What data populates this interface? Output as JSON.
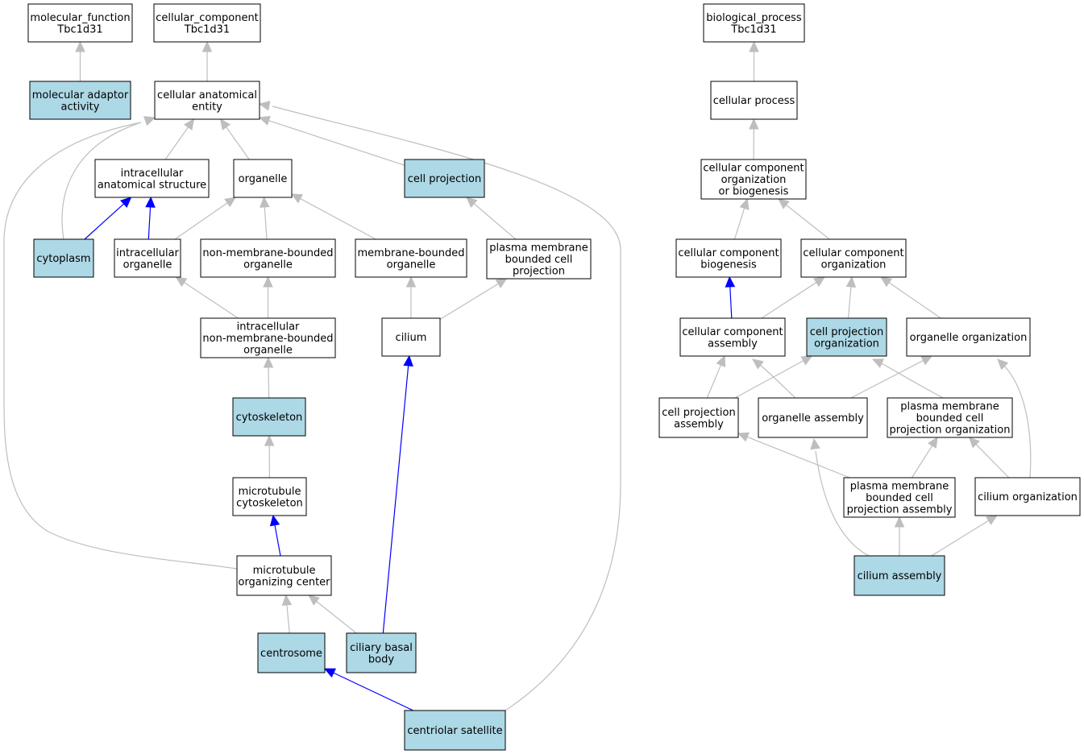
{
  "colors": {
    "highlight_fill": "#add8e6",
    "normal_fill": "#ffffff",
    "grey_edge": "#bebebe",
    "blue_edge": "#0000ff"
  },
  "nodes": [
    {
      "id": "mf_root",
      "lines": [
        "molecular_function",
        "Tbc1d31"
      ],
      "highlighted": false
    },
    {
      "id": "cc_root",
      "lines": [
        "cellular_component",
        "Tbc1d31"
      ],
      "highlighted": false
    },
    {
      "id": "bp_root",
      "lines": [
        "biological_process",
        "Tbc1d31"
      ],
      "highlighted": false
    },
    {
      "id": "mol_adaptor",
      "lines": [
        "molecular adaptor",
        "activity"
      ],
      "highlighted": true
    },
    {
      "id": "cell_anat",
      "lines": [
        "cellular anatomical",
        "entity"
      ],
      "highlighted": false
    },
    {
      "id": "cell_process",
      "lines": [
        "cellular process"
      ],
      "highlighted": false
    },
    {
      "id": "intra_anat",
      "lines": [
        "intracellular",
        "anatomical structure"
      ],
      "highlighted": false
    },
    {
      "id": "organelle",
      "lines": [
        "organelle"
      ],
      "highlighted": false
    },
    {
      "id": "cell_proj",
      "lines": [
        "cell projection"
      ],
      "highlighted": true
    },
    {
      "id": "ccob",
      "lines": [
        "cellular component",
        "organization",
        "or biogenesis"
      ],
      "highlighted": false
    },
    {
      "id": "cytoplasm",
      "lines": [
        "cytoplasm"
      ],
      "highlighted": true
    },
    {
      "id": "intra_org",
      "lines": [
        "intracellular",
        "organelle"
      ],
      "highlighted": false
    },
    {
      "id": "nmb_org",
      "lines": [
        "non-membrane-bounded",
        "organelle"
      ],
      "highlighted": false
    },
    {
      "id": "mb_org",
      "lines": [
        "membrane-bounded",
        "organelle"
      ],
      "highlighted": false
    },
    {
      "id": "pm_proj",
      "lines": [
        "plasma membrane",
        "bounded cell",
        "projection"
      ],
      "highlighted": false
    },
    {
      "id": "cc_biogen",
      "lines": [
        "cellular component",
        "biogenesis"
      ],
      "highlighted": false
    },
    {
      "id": "cc_org",
      "lines": [
        "cellular component",
        "organization"
      ],
      "highlighted": false
    },
    {
      "id": "intra_nmb",
      "lines": [
        "intracellular",
        "non-membrane-bounded",
        "organelle"
      ],
      "highlighted": false
    },
    {
      "id": "cilium",
      "lines": [
        "cilium"
      ],
      "highlighted": false
    },
    {
      "id": "cc_assembly",
      "lines": [
        "cellular component",
        "assembly"
      ],
      "highlighted": false
    },
    {
      "id": "cp_org",
      "lines": [
        "cell projection",
        "organization"
      ],
      "highlighted": true
    },
    {
      "id": "org_org",
      "lines": [
        "organelle organization"
      ],
      "highlighted": false
    },
    {
      "id": "cytoskeleton",
      "lines": [
        "cytoskeleton"
      ],
      "highlighted": true
    },
    {
      "id": "cp_assembly",
      "lines": [
        "cell projection",
        "assembly"
      ],
      "highlighted": false
    },
    {
      "id": "org_assembly",
      "lines": [
        "organelle assembly"
      ],
      "highlighted": false
    },
    {
      "id": "pm_proj_org",
      "lines": [
        "plasma membrane",
        "bounded cell",
        "projection organization"
      ],
      "highlighted": false
    },
    {
      "id": "mt_cyto",
      "lines": [
        "microtubule",
        "cytoskeleton"
      ],
      "highlighted": false
    },
    {
      "id": "pm_proj_asm",
      "lines": [
        "plasma membrane",
        "bounded cell",
        "projection assembly"
      ],
      "highlighted": false
    },
    {
      "id": "cilium_org",
      "lines": [
        "cilium organization"
      ],
      "highlighted": false
    },
    {
      "id": "mtoc",
      "lines": [
        "microtubule",
        "organizing center"
      ],
      "highlighted": false
    },
    {
      "id": "cilium_asm",
      "lines": [
        "cilium assembly"
      ],
      "highlighted": true
    },
    {
      "id": "centrosome",
      "lines": [
        "centrosome"
      ],
      "highlighted": true
    },
    {
      "id": "cil_basal",
      "lines": [
        "ciliary basal",
        "body"
      ],
      "highlighted": true
    },
    {
      "id": "centriolar",
      "lines": [
        "centriolar satellite"
      ],
      "highlighted": true
    }
  ],
  "edges": [
    {
      "from": "mol_adaptor",
      "to": "mf_root",
      "blue": false
    },
    {
      "from": "cell_anat",
      "to": "cc_root",
      "blue": false
    },
    {
      "from": "cell_process",
      "to": "bp_root",
      "blue": false
    },
    {
      "from": "intra_anat",
      "to": "cell_anat",
      "blue": false
    },
    {
      "from": "organelle",
      "to": "cell_anat",
      "blue": false
    },
    {
      "from": "cell_proj",
      "to": "cell_anat",
      "blue": false
    },
    {
      "from": "cytoplasm",
      "to": "cell_anat",
      "blue": false
    },
    {
      "from": "mtoc",
      "to": "cell_anat",
      "blue": false
    },
    {
      "from": "centriolar",
      "to": "cell_anat",
      "blue": false
    },
    {
      "from": "cytoplasm",
      "to": "intra_anat",
      "blue": true
    },
    {
      "from": "intra_org",
      "to": "intra_anat",
      "blue": true
    },
    {
      "from": "intra_org",
      "to": "organelle",
      "blue": false
    },
    {
      "from": "nmb_org",
      "to": "organelle",
      "blue": false
    },
    {
      "from": "mb_org",
      "to": "organelle",
      "blue": false
    },
    {
      "from": "pm_proj",
      "to": "cell_proj",
      "blue": false
    },
    {
      "from": "intra_nmb",
      "to": "intra_org",
      "blue": false
    },
    {
      "from": "intra_nmb",
      "to": "nmb_org",
      "blue": false
    },
    {
      "from": "cilium",
      "to": "mb_org",
      "blue": false
    },
    {
      "from": "cilium",
      "to": "pm_proj",
      "blue": false
    },
    {
      "from": "cytoskeleton",
      "to": "intra_nmb",
      "blue": false
    },
    {
      "from": "mt_cyto",
      "to": "cytoskeleton",
      "blue": false
    },
    {
      "from": "mtoc",
      "to": "mt_cyto",
      "blue": true
    },
    {
      "from": "centrosome",
      "to": "mtoc",
      "blue": false
    },
    {
      "from": "cil_basal",
      "to": "mtoc",
      "blue": false
    },
    {
      "from": "cil_basal",
      "to": "cilium",
      "blue": true
    },
    {
      "from": "centriolar",
      "to": "centrosome",
      "blue": true
    },
    {
      "from": "ccob",
      "to": "cell_process",
      "blue": false
    },
    {
      "from": "cc_biogen",
      "to": "ccob",
      "blue": false
    },
    {
      "from": "cc_org",
      "to": "ccob",
      "blue": false
    },
    {
      "from": "cc_assembly",
      "to": "cc_biogen",
      "blue": true
    },
    {
      "from": "cc_assembly",
      "to": "cc_org",
      "blue": false
    },
    {
      "from": "cp_org",
      "to": "cc_org",
      "blue": false
    },
    {
      "from": "org_org",
      "to": "cc_org",
      "blue": false
    },
    {
      "from": "cp_assembly",
      "to": "cc_assembly",
      "blue": false
    },
    {
      "from": "cp_assembly",
      "to": "cp_org",
      "blue": false
    },
    {
      "from": "org_assembly",
      "to": "cc_assembly",
      "blue": false
    },
    {
      "from": "org_assembly",
      "to": "org_org",
      "blue": false
    },
    {
      "from": "pm_proj_org",
      "to": "cp_org",
      "blue": false
    },
    {
      "from": "pm_proj_asm",
      "to": "cp_assembly",
      "blue": false
    },
    {
      "from": "pm_proj_asm",
      "to": "pm_proj_org",
      "blue": false
    },
    {
      "from": "cilium_org",
      "to": "pm_proj_org",
      "blue": false
    },
    {
      "from": "cilium_org",
      "to": "org_org",
      "blue": false
    },
    {
      "from": "cilium_asm",
      "to": "org_assembly",
      "blue": false
    },
    {
      "from": "cilium_asm",
      "to": "pm_proj_asm",
      "blue": false
    },
    {
      "from": "cilium_asm",
      "to": "cilium_org",
      "blue": false
    }
  ]
}
